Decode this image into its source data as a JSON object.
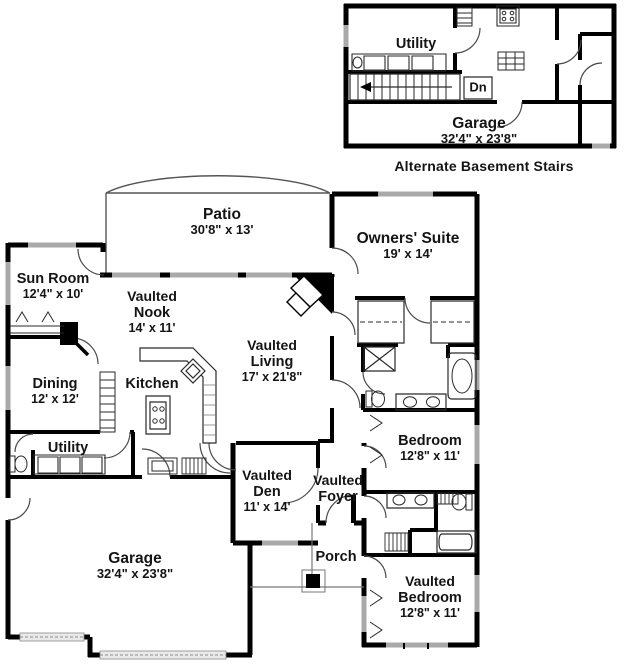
{
  "palette": {
    "wall": "#000000",
    "window": "#a9a9a9",
    "fixture": "#2a2a2a",
    "door": "#4a4a4a",
    "garage_door_fill": "#e9e9e9",
    "text": "#141414",
    "background": "#ffffff"
  },
  "inset": {
    "caption": "Alternate Basement Stairs",
    "stairs_label": "Dn",
    "rooms": {
      "utility": {
        "name": "Utility"
      },
      "garage": {
        "name": "Garage",
        "dims": "32'4\" x 23'8\""
      }
    }
  },
  "main": {
    "rooms": {
      "patio": {
        "name": "Patio",
        "dims": "30'8\" x 13'"
      },
      "owners_suite": {
        "name": "Owners' Suite",
        "dims": "19' x 14'"
      },
      "sun_room": {
        "name": "Sun Room",
        "dims": "12'4\" x 10'"
      },
      "nook": {
        "prefix": "Vaulted",
        "name": "Nook",
        "dims": "14' x 11'"
      },
      "living": {
        "prefix": "Vaulted",
        "name": "Living",
        "dims": "17' x 21'8\""
      },
      "dining": {
        "name": "Dining",
        "dims": "12' x 12'"
      },
      "kitchen": {
        "name": "Kitchen"
      },
      "utility": {
        "name": "Utility"
      },
      "den": {
        "prefix": "Vaulted",
        "name": "Den",
        "dims": "11' x 14'"
      },
      "foyer": {
        "prefix": "Vaulted",
        "name": "Foyer"
      },
      "bedroom_mid": {
        "name": "Bedroom",
        "dims": "12'8\" x 11'"
      },
      "porch": {
        "name": "Porch"
      },
      "bedroom_front": {
        "prefix": "Vaulted",
        "name": "Bedroom",
        "dims": "12'8\" x 11'"
      },
      "garage": {
        "name": "Garage",
        "dims": "32'4\" x 23'8\""
      }
    }
  }
}
